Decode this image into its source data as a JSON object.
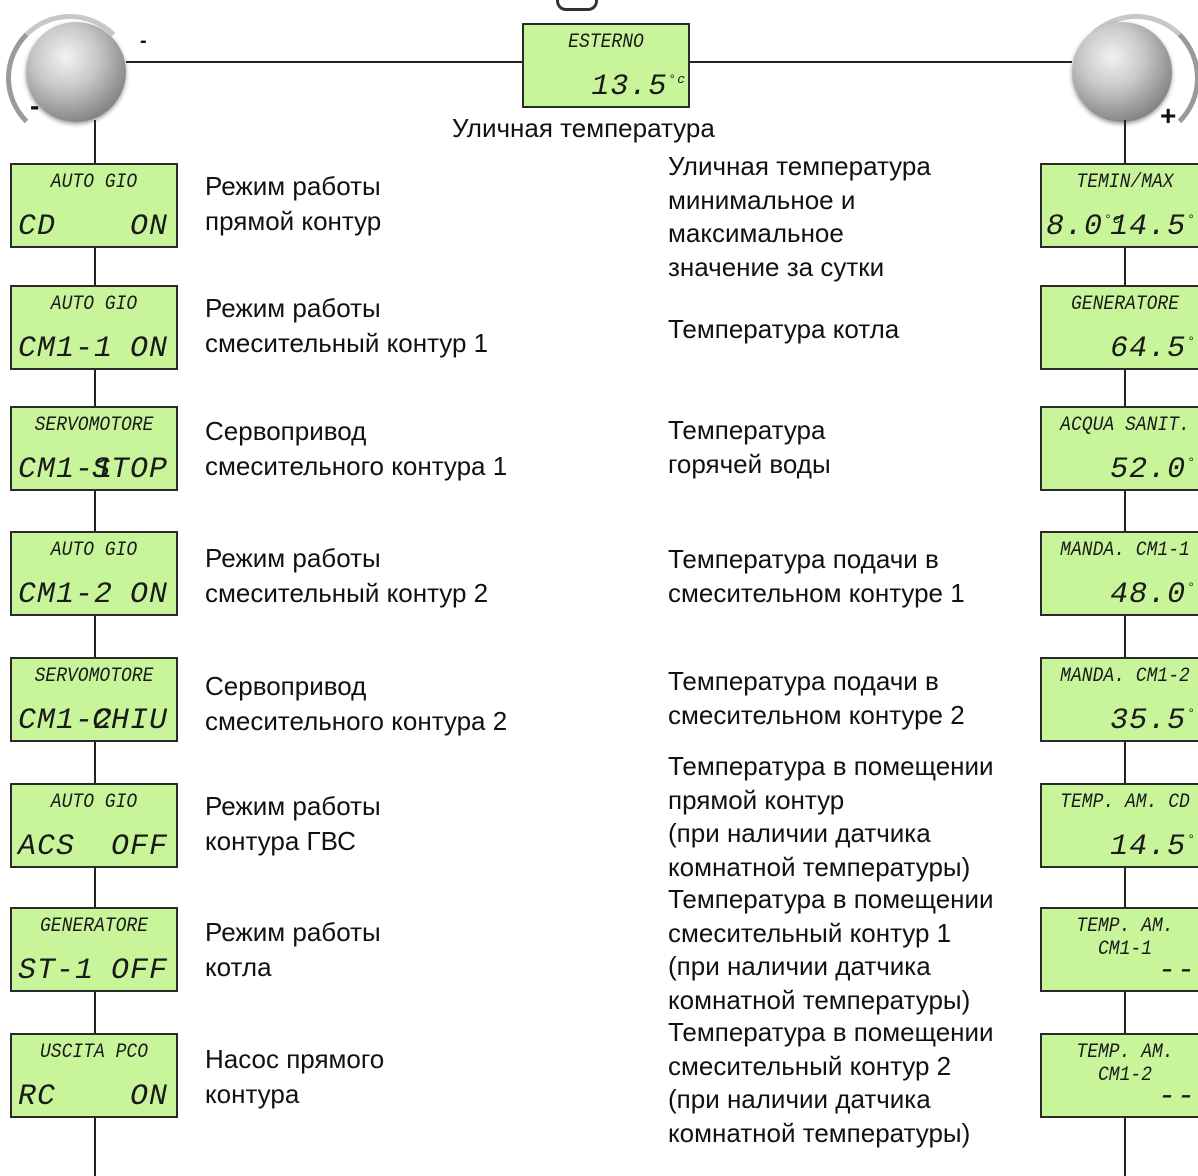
{
  "outside": {
    "display_title": "ESTERNO",
    "value": "13.5",
    "unit": "°c",
    "caption": "Уличная температура"
  },
  "knobs": {
    "left_sign": "-",
    "right_sign": "+"
  },
  "left_column": [
    {
      "top": "AUTO GIO",
      "bl": "CD",
      "br": "ON",
      "desc": [
        "Режим работы",
        "прямой контур"
      ]
    },
    {
      "top": "AUTO GIO",
      "bl": "CM1-1",
      "br": "ON",
      "desc": [
        "Режим работы",
        "смесительный контур 1"
      ]
    },
    {
      "top": "SERVOMOTORE",
      "bl": "CM1-1",
      "br": "STOP",
      "desc": [
        "Сервопривод",
        "смесительного контура 1"
      ]
    },
    {
      "top": "AUTO GIO",
      "bl": "CM1-2",
      "br": "ON",
      "desc": [
        "Режим работы",
        "смесительный контур 2"
      ]
    },
    {
      "top": "SERVOMOTORE",
      "bl": "CM1-2",
      "br": "CHIU",
      "desc": [
        "Сервопривод",
        "смесительного контура 2"
      ]
    },
    {
      "top": "AUTO GIO",
      "bl": "ACS",
      "br": "OFF",
      "desc": [
        "Режим работы",
        "контура ГВС"
      ]
    },
    {
      "top": "GENERATORE",
      "bl": "ST-1",
      "br": "OFF",
      "desc": [
        "Режим работы",
        "котла"
      ]
    },
    {
      "top": "USCITA PCO",
      "bl": "RC",
      "br": "ON",
      "desc": [
        "Насос прямого",
        "контура"
      ]
    }
  ],
  "right_column": [
    {
      "top": "TEMIN/MAX",
      "bl": "8.0",
      "bl_unit": "°c",
      "br": "14.5",
      "br_unit": "°",
      "desc": [
        "Уличная температура",
        "минимальное и",
        "максимальное",
        "значение за сутки"
      ]
    },
    {
      "top": "GENERATORE",
      "bl": "",
      "br": "64.5",
      "br_unit": "°",
      "desc": [
        "Температура котла"
      ]
    },
    {
      "top": "ACQUA SANIT.",
      "bl": "",
      "br": "52.0",
      "br_unit": "°",
      "desc": [
        "Температура",
        "горячей воды"
      ]
    },
    {
      "top": "MANDA. CM1-1",
      "bl": "",
      "br": "48.0",
      "br_unit": "°",
      "desc": [
        "Температура подачи в",
        "смесительном контуре 1"
      ]
    },
    {
      "top": "MANDA. CM1-2",
      "bl": "",
      "br": "35.5",
      "br_unit": "°",
      "desc": [
        "Температура подачи в",
        "смесительном контуре 2"
      ]
    },
    {
      "top": "TEMP. AM. CD",
      "bl": "",
      "br": "14.5",
      "br_unit": "°",
      "desc": [
        "Температура в помещении",
        "прямой контур",
        "(при наличии датчика",
        "комнатной температуры)"
      ]
    },
    {
      "top": "TEMP. AM. CM1-1",
      "bl": "",
      "br": "--",
      "br_unit": "",
      "desc": [
        "Температура в помещении",
        "смесительный контур 1",
        "(при наличии датчика",
        "комнатной температуры)"
      ]
    },
    {
      "top": "TEMP. AM. CM1-2",
      "bl": "",
      "br": "--",
      "br_unit": "",
      "desc": [
        "Температура в помещении",
        "смесительный контур 2",
        "(при наличии датчика",
        "комнатной температуры)"
      ]
    }
  ]
}
